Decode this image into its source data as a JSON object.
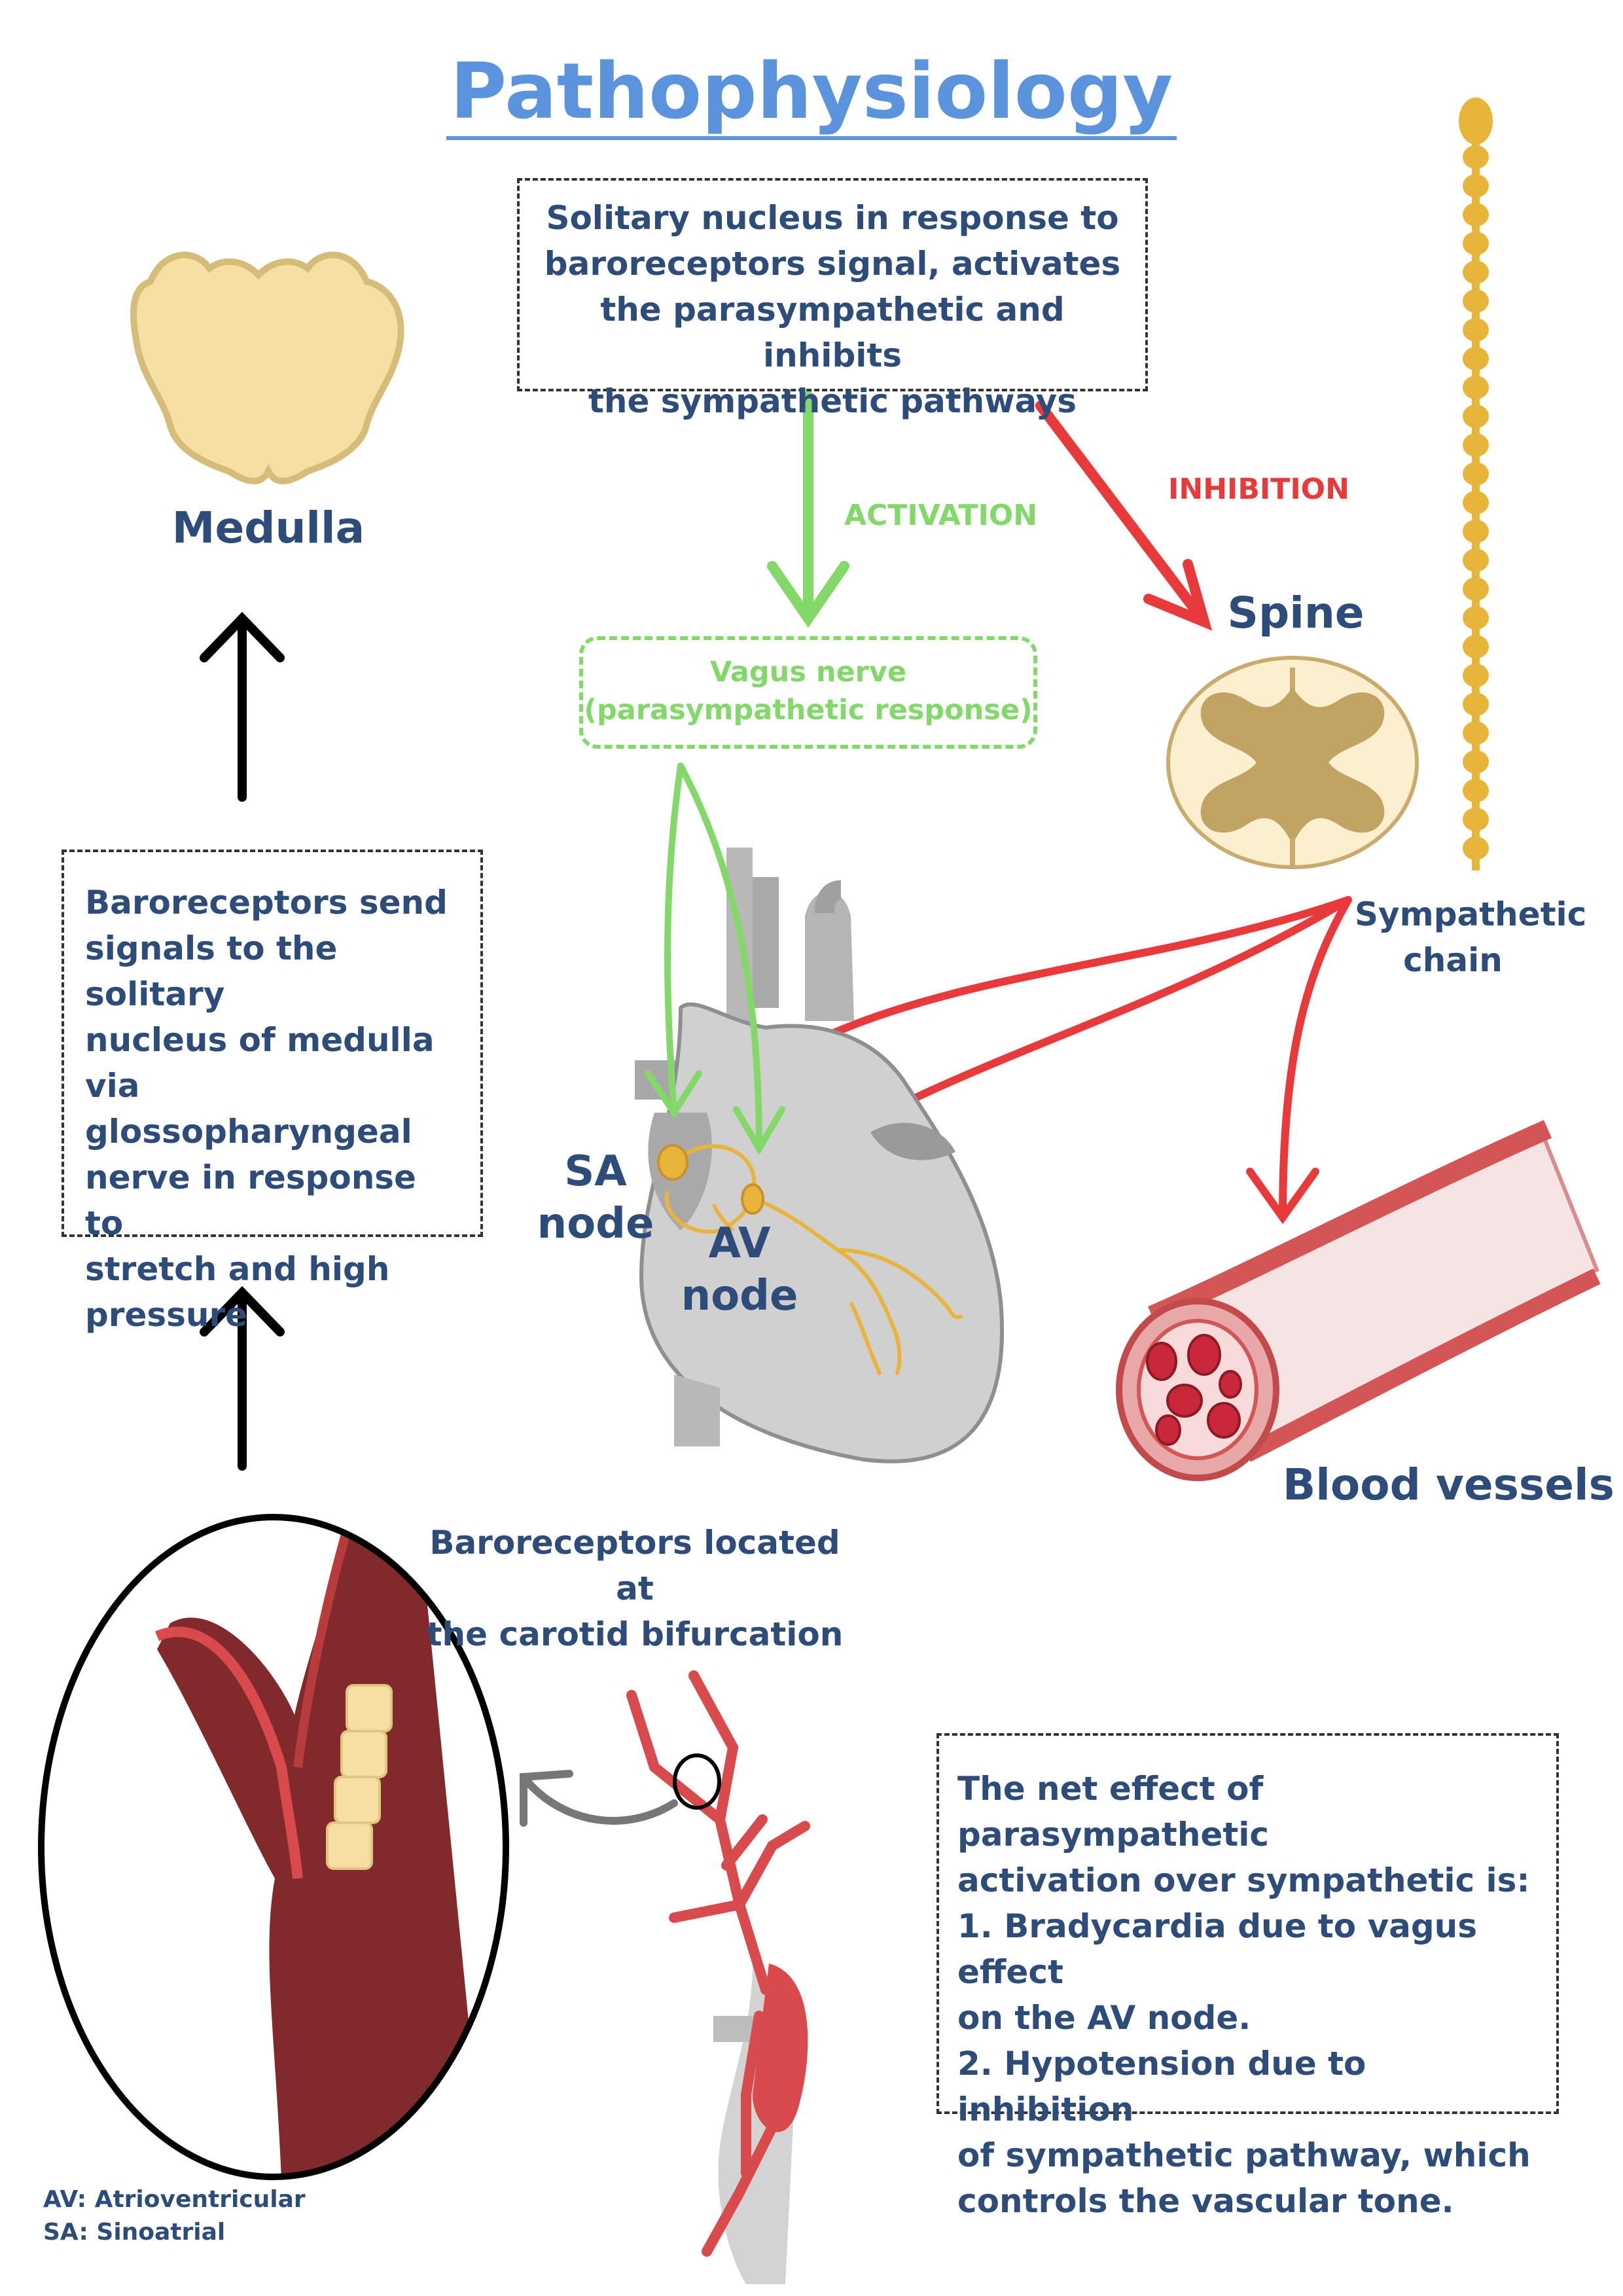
{
  "title": "Pathophysiology",
  "solitary_box": {
    "lines": [
      "Solitary nucleus in response to",
      "baroreceptors signal, activates",
      "the parasympathetic and inhibits",
      "the sympathetic pathways"
    ]
  },
  "medulla_label": "Medulla",
  "activation_label": "ACTIVATION",
  "inhibition_label": "INHIBITION",
  "spine_label": "Spine",
  "vagus_box": {
    "line1": "Vagus nerve",
    "line2": "(parasympathetic response)"
  },
  "sympathetic_chain_label": {
    "line1": "Sympathetic",
    "line2": "chain"
  },
  "baroreceptors_box": {
    "lines": [
      "Baroreceptors send",
      "signals to the solitary",
      "nucleus of medulla via",
      "glossopharyngeal",
      "nerve in response to",
      "stretch and high",
      "pressure"
    ]
  },
  "sa_node_label": {
    "line1": "SA",
    "line2": "node"
  },
  "av_node_label": {
    "line1": "AV",
    "line2": "node"
  },
  "blood_vessels_label": "Blood vessels",
  "carotid_label": {
    "line1": "Baroreceptors located at",
    "line2": "the carotid bifurcation"
  },
  "net_effect_box": {
    "lines": [
      "The net effect of parasympathetic",
      "activation over sympathetic is:",
      "1. Bradycardia due to vagus effect",
      "on the AV node.",
      "2. Hypotension due to inhibition",
      "of sympathetic pathway, which",
      "controls the vascular tone."
    ]
  },
  "abbreviations": {
    "av": "AV: Atrioventricular",
    "sa": "SA: Sinoatrial"
  },
  "colors": {
    "title_blue": "#5b93dd",
    "text_navy": "#2e4c7a",
    "activation_green": "#82d969",
    "inhibition_red": "#e8393b",
    "medulla_beige": "#f5dfa2",
    "spine_gray_matter": "#c1a463",
    "heart_gray": "#c9c9c9",
    "conduction_gold": "#e9b43a",
    "vessel_red": "#d94a4d",
    "carotid_dark": "#822a2b"
  },
  "icons": [
    "medulla-icon",
    "spine-cross-section-icon",
    "sympathetic-chain-icon",
    "heart-icon",
    "blood-vessel-icon",
    "carotid-magnified-icon",
    "carotid-arteries-icon"
  ]
}
